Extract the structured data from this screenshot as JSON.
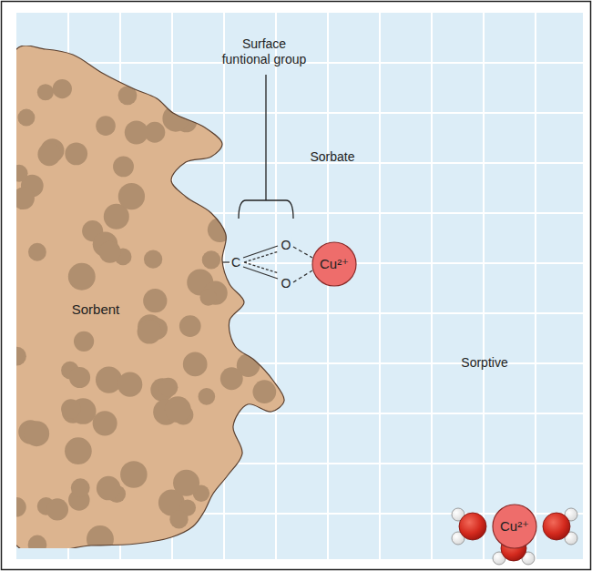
{
  "diagram": {
    "nodes": [
      {
        "text": [
          "Sorbent"
        ]
      },
      {
        "text": [
          "Cu²⁺"
        ]
      },
      {
        "text": [
          "Cu²⁺"
        ]
      }
    ],
    "labels": [
      "Surface funtional group",
      "Sorbate",
      "Sorptive",
      "C",
      "O",
      "O"
    ]
  }
}
